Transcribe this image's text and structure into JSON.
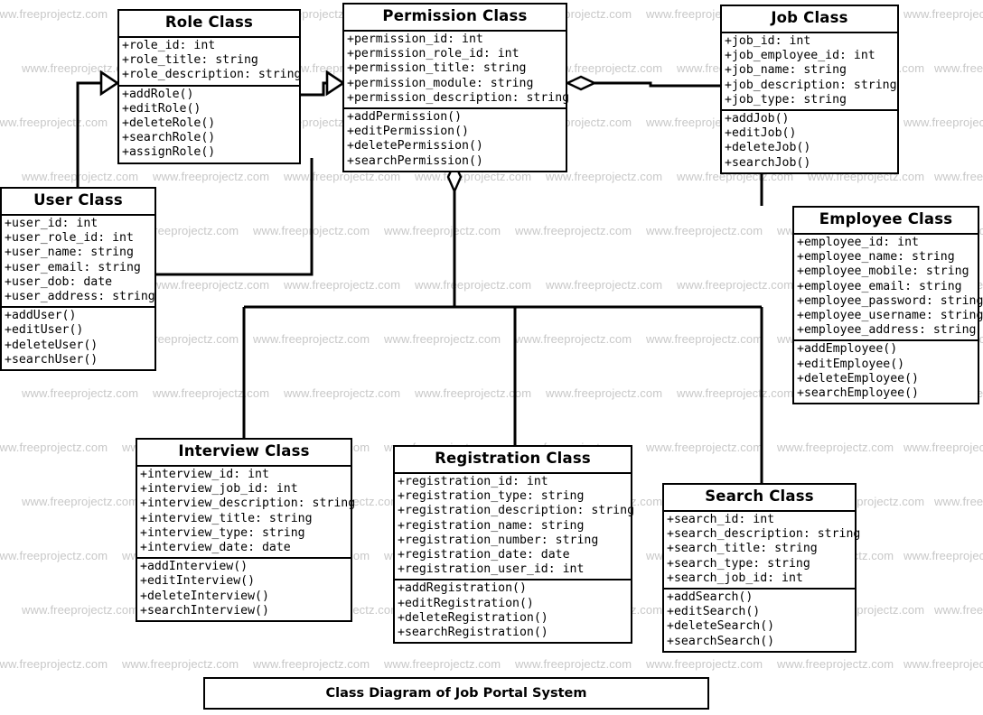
{
  "diagram": {
    "title": "Class Diagram of Job Portal System",
    "caption": "Class Diagram of Job Portal System",
    "watermark_text": "www.freeprojectz.com",
    "colors": {
      "line": "#000000",
      "box_fill": "#ffffff",
      "text": "#000000",
      "watermark": "#c8c8c8"
    }
  },
  "classes": [
    {
      "id": "role",
      "name": "Role Class",
      "attributes": [
        "+role_id: int",
        "+role_title: string",
        "+role_description: string"
      ],
      "methods": [
        "+addRole()",
        "+editRole()",
        "+deleteRole()",
        "+searchRole()",
        "+assignRole()"
      ]
    },
    {
      "id": "permission",
      "name": "Permission Class",
      "attributes": [
        "+permission_id: int",
        "+permission_role_id: int",
        "+permission_title: string",
        "+permission_module: string",
        "+permission_description: string"
      ],
      "methods": [
        "+addPermission()",
        "+editPermission()",
        "+deletePermission()",
        "+searchPermission()"
      ]
    },
    {
      "id": "job",
      "name": "Job Class",
      "attributes": [
        "+job_id: int",
        "+job_employee_id: int",
        "+job_name: string",
        "+job_description: string",
        "+job_type: string"
      ],
      "methods": [
        "+addJob()",
        "+editJob()",
        "+deleteJob()",
        "+searchJob()"
      ]
    },
    {
      "id": "user",
      "name": "User Class",
      "attributes": [
        "+user_id: int",
        "+user_role_id: int",
        "+user_name: string",
        "+user_email: string",
        "+user_dob: date",
        "+user_address: string"
      ],
      "methods": [
        "+addUser()",
        "+editUser()",
        "+deleteUser()",
        "+searchUser()"
      ]
    },
    {
      "id": "employee",
      "name": "Employee Class",
      "attributes": [
        "+employee_id: int",
        "+employee_name: string",
        "+employee_mobile: string",
        "+employee_email: string",
        "+employee_password: string",
        "+employee_username: string",
        "+employee_address: string"
      ],
      "methods": [
        "+addEmployee()",
        "+editEmployee()",
        "+deleteEmployee()",
        "+searchEmployee()"
      ]
    },
    {
      "id": "interview",
      "name": "Interview Class",
      "attributes": [
        "+interview_id: int",
        "+interview_job_id: int",
        "+interview_description: string",
        "+interview_title: string",
        "+interview_type: string",
        "+interview_date: date"
      ],
      "methods": [
        "+addInterview()",
        "+editInterview()",
        "+deleteInterview()",
        "+searchInterview()"
      ]
    },
    {
      "id": "registration",
      "name": "Registration Class",
      "attributes": [
        "+registration_id: int",
        "+registration_type: string",
        "+registration_description: string",
        "+registration_name: string",
        "+registration_number: string",
        "+registration_date: date",
        "+registration_user_id: int"
      ],
      "methods": [
        "+addRegistration()",
        "+editRegistration()",
        "+deleteRegistration()",
        "+searchRegistration()"
      ]
    },
    {
      "id": "search",
      "name": "Search Class",
      "attributes": [
        "+search_id: int",
        "+search_description: string",
        "+search_title: string",
        "+search_type: string",
        "+search_job_id: int"
      ],
      "methods": [
        "+addSearch()",
        "+editSearch()",
        "+deleteSearch()",
        "+searchSearch()"
      ]
    }
  ],
  "relationships": [
    {
      "from": "user",
      "to": "role",
      "type": "generalization"
    },
    {
      "from": "role",
      "to": "permission",
      "type": "generalization"
    },
    {
      "from": "permission",
      "to": "job",
      "type": "aggregation"
    },
    {
      "from": "permission",
      "to": "interview",
      "type": "aggregation"
    },
    {
      "from": "permission",
      "to": "registration",
      "type": "aggregation"
    },
    {
      "from": "permission",
      "to": "search",
      "type": "aggregation"
    },
    {
      "from": "job",
      "to": "employee",
      "type": "association"
    }
  ]
}
